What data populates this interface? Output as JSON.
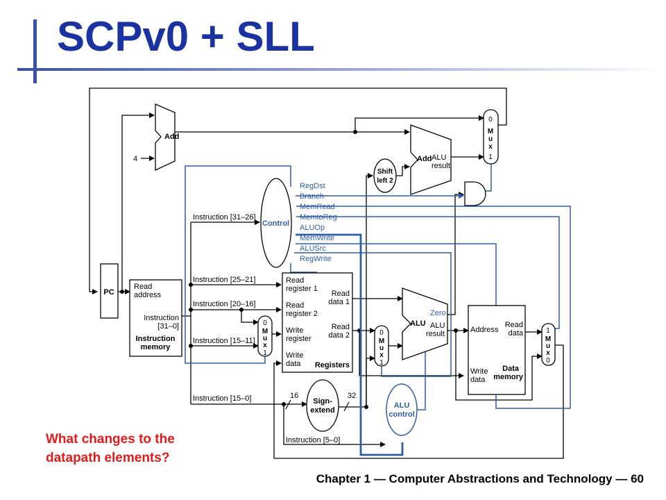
{
  "slide": {
    "title": "SCPv0 + SLL",
    "question_line1": "What changes to the",
    "question_line2": "datapath elements?",
    "footer": "Chapter 1 — Computer Abstractions and Technology — 60"
  },
  "diagram": {
    "pc": "PC",
    "add_top": "Add",
    "const_four": "4",
    "add_branch": "Add",
    "alu_result_1": "ALU",
    "alu_result_2": "result",
    "shift_1": "Shift",
    "shift_2": "left 2",
    "control": "Control",
    "signals": {
      "regdst": "RegDst",
      "branch": "Branch",
      "memread": "MemRead",
      "memtoreg": "MemtoReg",
      "aluop": "ALUOp",
      "memwrite": "MemWrite",
      "alusrc": "ALUSrc",
      "regwrite": "RegWrite"
    },
    "instr_fields": {
      "f31_26": "Instruction [31–26]",
      "f25_21": "Instruction [25–21]",
      "f20_16": "Instruction [20–16]",
      "f15_11": "Instruction [15–11]",
      "f15_0": "Instruction [15–0]",
      "f5_0": "Instruction [5–0]"
    },
    "imem": {
      "read_1": "Read",
      "read_2": "address",
      "instr_1": "Instruction",
      "instr_2": "[31–0]",
      "name_1": "Instruction",
      "name_2": "memory"
    },
    "regs": {
      "rr1_a": "Read",
      "rr1_b": "register 1",
      "rr2_a": "Read",
      "rr2_b": "register 2",
      "wr_a": "Write",
      "wr_b": "register",
      "wd_a": "Write",
      "wd_b": "data",
      "rd1_a": "Read",
      "rd1_b": "data 1",
      "rd2_a": "Read",
      "rd2_b": "data 2",
      "name": "Registers"
    },
    "alu": {
      "zero": "Zero",
      "name": "ALU",
      "res_1": "ALU",
      "res_2": "result"
    },
    "dmem": {
      "addr": "Address",
      "rd_1": "Read",
      "rd_2": "data",
      "wd_1": "Write",
      "wd_2": "data",
      "name_1": "Data",
      "name_2": "memory"
    },
    "sign_1": "Sign-",
    "sign_2": "extend",
    "bits_16": "16",
    "bits_32": "32",
    "aluctl_1": "ALU",
    "aluctl_2": "control",
    "mux_m": "M",
    "mux_u": "u",
    "mux_x": "x",
    "zero_digit": "0",
    "one_digit": "1"
  },
  "colors": {
    "title": "#1a33a0",
    "accent": "#3a50a8",
    "control_blue": "#2e5da8",
    "question_red": "#e01b1b"
  }
}
